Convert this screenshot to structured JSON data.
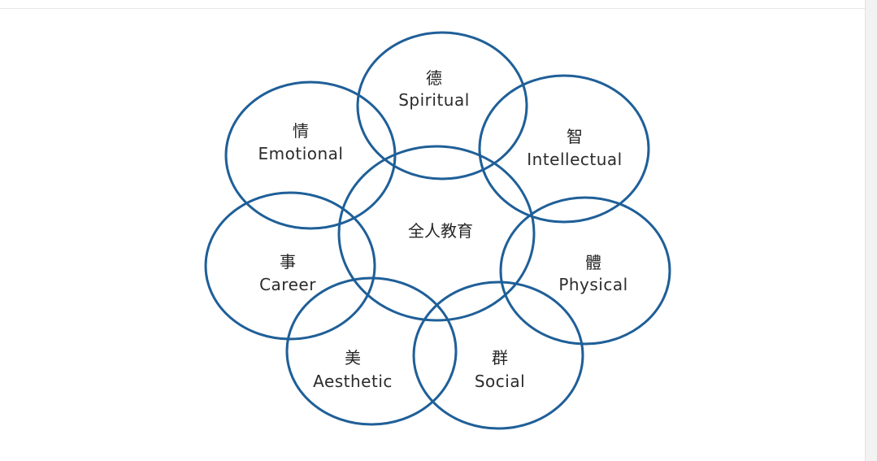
{
  "diagram": {
    "center": {
      "cn": "全人教育"
    },
    "nodes": [
      {
        "key": "spiritual",
        "cn": "德",
        "en": "Spiritual"
      },
      {
        "key": "intellectual",
        "cn": "智",
        "en": "Intellectual"
      },
      {
        "key": "physical",
        "cn": "體",
        "en": "Physical"
      },
      {
        "key": "social",
        "cn": "群",
        "en": "Social"
      },
      {
        "key": "aesthetic",
        "cn": "美",
        "en": "Aesthetic"
      },
      {
        "key": "career",
        "cn": "事",
        "en": "Career"
      },
      {
        "key": "emotional",
        "cn": "情",
        "en": "Emotional"
      }
    ],
    "colors": {
      "circle_stroke": "#1f5f98",
      "text": "#262626",
      "background": "#ffffff"
    }
  }
}
